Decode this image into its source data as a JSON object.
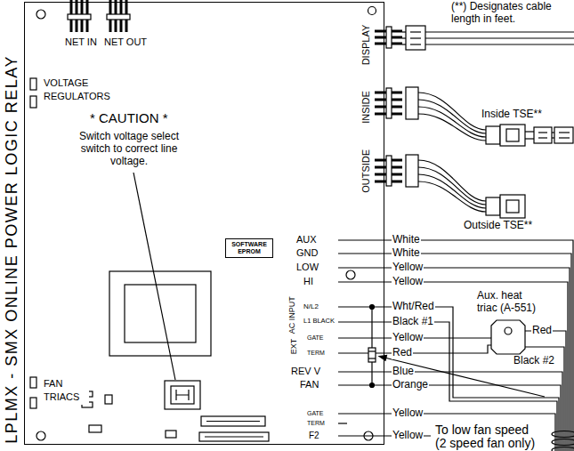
{
  "diagram": {
    "nodes": [
      {
        "text": [
          "LPLMX - SMX ONLINE POWER LOGIC RELAY"
        ]
      },
      {
        "text": [
          "SOFTWARE EPROM"
        ],
        "in": 0
      }
    ],
    "labels": [
      "(**) Designates cable length in feet.",
      "NET IN",
      "NET OUT",
      "DISPLAY",
      "Inside TSE**",
      "VOLTAGE REGULATORS",
      "INSIDE",
      "* CAUTION *",
      "Switch voltage select switch to correct line voltage.",
      "OUTSIDE",
      "Outside TSE**",
      "AUX",
      "White",
      "GND",
      "White",
      "LOW",
      "Yellow",
      "HI",
      "Yellow",
      "AC INPUT",
      "N/L2",
      "Wht/Red",
      "Aux. heat triac (A-551)",
      "L1 BLACK",
      "Black #1",
      "GATE",
      "Yellow",
      "EXT",
      "TERM",
      "Red",
      "Red",
      "REV V",
      "Blue",
      "Black #2",
      "FAN",
      "Orange",
      "FAN TRIACS",
      "GATE",
      "TERM",
      "Yellow",
      "F2",
      "Yellow",
      "To low fan speed (2 speed fan only)"
    ]
  }
}
